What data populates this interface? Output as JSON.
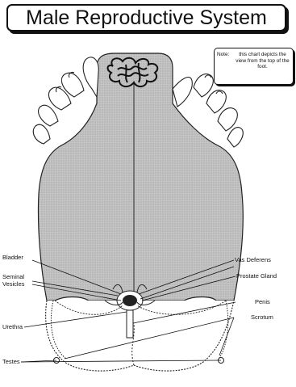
{
  "title": "Male Reproductive System",
  "note": {
    "label": "Note:",
    "text": "this chart depicts the view from the top of the foot."
  },
  "labels": {
    "bladder": "Bladder",
    "seminal_vesicles_1": "Seminal",
    "seminal_vesicles_2": "Vesicles",
    "urethra": "Urethra",
    "testes": "Testes",
    "vas_deferens": "Vas Deferens",
    "prostate_gland": "Prostate Gland",
    "penis": "Penis",
    "scrotum": "Scrotum"
  },
  "colors": {
    "skin_fill": "#bdbdbd",
    "outline": "#222222",
    "background": "#ffffff"
  }
}
